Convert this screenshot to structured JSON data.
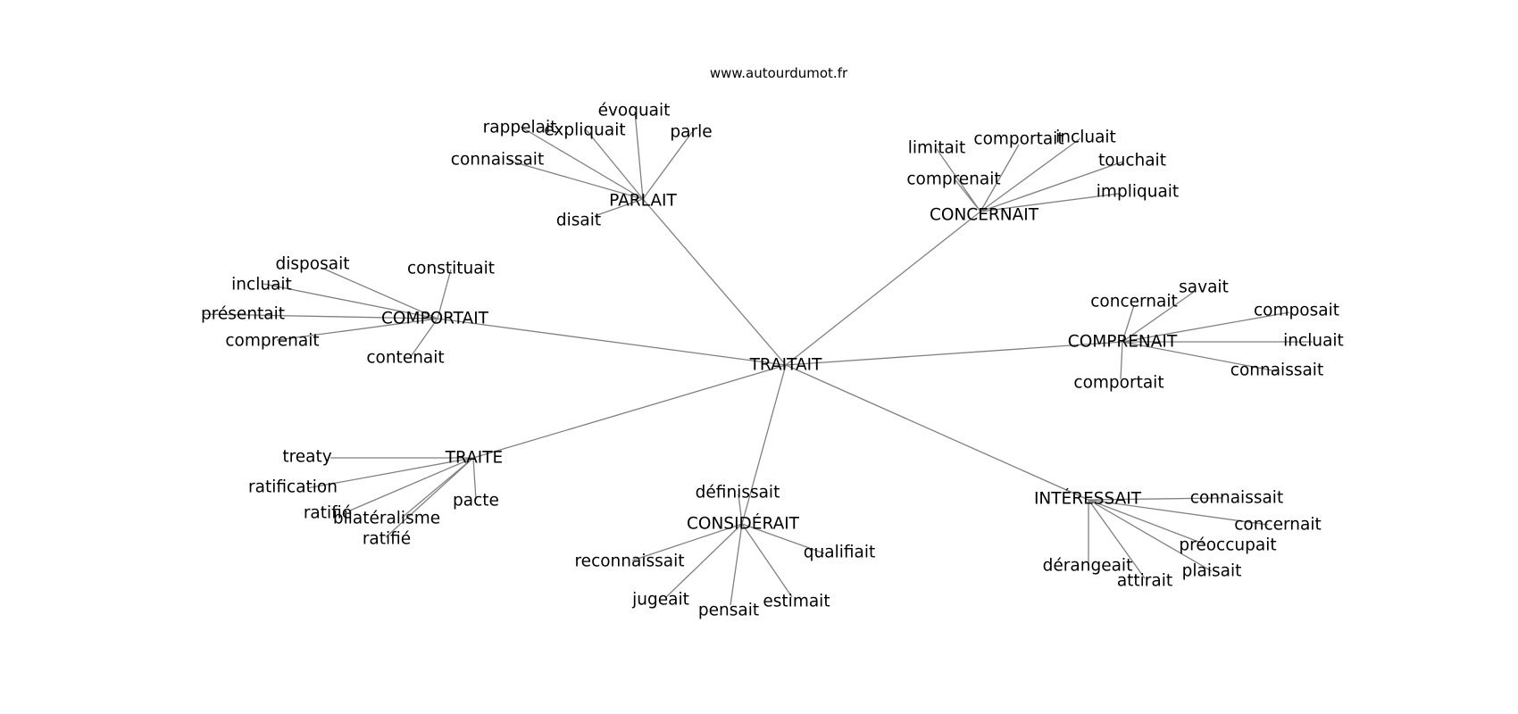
{
  "header": {
    "site": "www.autourdumot.fr"
  },
  "graph": {
    "center": {
      "id": "traitait",
      "label": "TRAITAIT"
    },
    "groups": [
      {
        "id": "parlait",
        "label": "PARLAIT",
        "leaves": [
          {
            "id": "evoquait",
            "label": "évoquait"
          },
          {
            "id": "rappelait",
            "label": "rappelait"
          },
          {
            "id": "expliquait",
            "label": "expliquait"
          },
          {
            "id": "parle",
            "label": "parle"
          },
          {
            "id": "connaissait",
            "label": "connaissait"
          },
          {
            "id": "disait",
            "label": "disait"
          }
        ]
      },
      {
        "id": "concernait",
        "label": "CONCERNAIT",
        "leaves": [
          {
            "id": "limitait",
            "label": "limitait"
          },
          {
            "id": "comportait",
            "label": "comportait"
          },
          {
            "id": "incluait",
            "label": "incluait"
          },
          {
            "id": "touchait",
            "label": "touchait"
          },
          {
            "id": "comprenait",
            "label": "comprenait"
          },
          {
            "id": "impliquait",
            "label": "impliquait"
          }
        ]
      },
      {
        "id": "comportait",
        "label": "COMPORTAIT",
        "leaves": [
          {
            "id": "disposait",
            "label": "disposait"
          },
          {
            "id": "constituait",
            "label": "constituait"
          },
          {
            "id": "incluait",
            "label": "incluait"
          },
          {
            "id": "presentait",
            "label": "présentait"
          },
          {
            "id": "comprenait",
            "label": "comprenait"
          },
          {
            "id": "contenait",
            "label": "contenait"
          }
        ]
      },
      {
        "id": "comprenait",
        "label": "COMPRENAIT",
        "leaves": [
          {
            "id": "savait",
            "label": "savait"
          },
          {
            "id": "concernait",
            "label": "concernait"
          },
          {
            "id": "composait",
            "label": "composait"
          },
          {
            "id": "incluait",
            "label": "incluait"
          },
          {
            "id": "connaissait",
            "label": "connaissait"
          },
          {
            "id": "comportait",
            "label": "comportait"
          }
        ]
      },
      {
        "id": "traite",
        "label": "TRAITE",
        "leaves": [
          {
            "id": "treaty",
            "label": "treaty"
          },
          {
            "id": "ratification",
            "label": "ratification"
          },
          {
            "id": "ratifie-1",
            "label": "ratifié"
          },
          {
            "id": "bilateralisme",
            "label": "bilatéralisme"
          },
          {
            "id": "ratifie-2",
            "label": "ratifié"
          },
          {
            "id": "pacte",
            "label": "pacte"
          }
        ]
      },
      {
        "id": "considerait",
        "label": "CONSIDÉRAIT",
        "leaves": [
          {
            "id": "definissait",
            "label": "définissait"
          },
          {
            "id": "reconnaissait",
            "label": "reconnaissait"
          },
          {
            "id": "qualifiait",
            "label": "qualifiait"
          },
          {
            "id": "jugeait",
            "label": "jugeait"
          },
          {
            "id": "pensait",
            "label": "pensait"
          },
          {
            "id": "estimait",
            "label": "estimait"
          }
        ]
      },
      {
        "id": "interessait",
        "label": "INTÉRESSAIT",
        "leaves": [
          {
            "id": "connaissait",
            "label": "connaissait"
          },
          {
            "id": "concernait",
            "label": "concernait"
          },
          {
            "id": "preoccupait",
            "label": "préoccupait"
          },
          {
            "id": "derangeait",
            "label": "dérangeait"
          },
          {
            "id": "attirait",
            "label": "attirait"
          },
          {
            "id": "plaisait",
            "label": "plaisait"
          }
        ]
      }
    ]
  }
}
